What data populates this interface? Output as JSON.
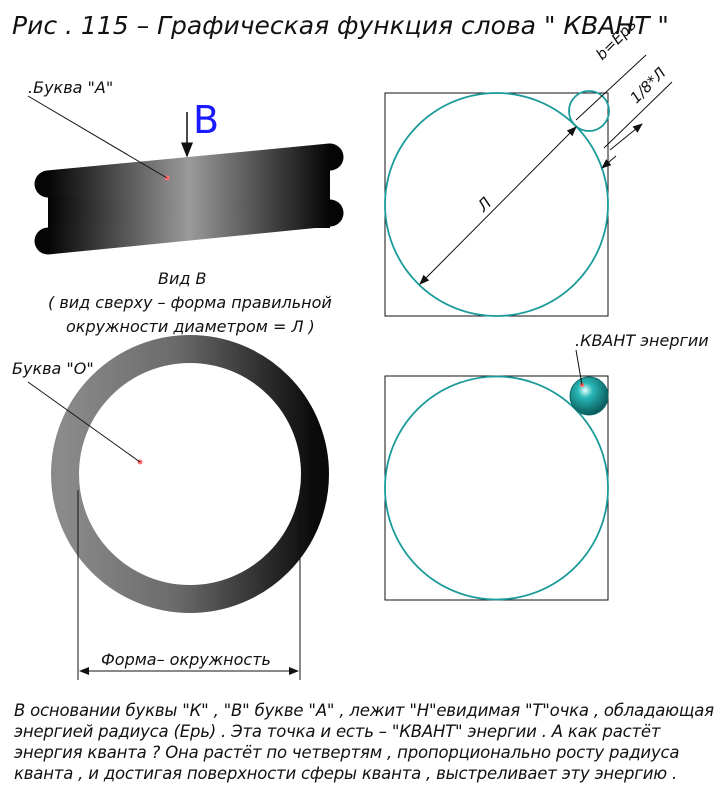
{
  "title": "Рис . 115 – Графическая функция слова \" КВАНТ \"",
  "labels": {
    "letter_a": ".Буква \"А\"",
    "arrow_b": "В",
    "view_b_line1": "Вид В",
    "view_b_line2": "( вид сверху – форма правильной",
    "view_b_line3": "окружности диаметром = Л )",
    "letter_o": "Буква \"О\"",
    "shape_circle": "Форма– окружность",
    "dim_l": "Л",
    "dim_b": "b=Ерь",
    "dim_eighth": "1/8*Л",
    "quantum": ".КВАНТ энергии"
  },
  "caption": [
    "В основании буквы \"К\" , \"В\" букве \"А\" , лежит \"Н\"евидимая \"Т\"очка , обладающая",
    "энергией радиуса (Ерь) . Эта точка и есть – \"КВАНТ\" энергии . А как растёт",
    "энергия кванта ? Она растёт по четвертям , пропорционально росту радиуса",
    "кванта , и достигая поверхности сферы кванта , выстреливает эту энергию ."
  ],
  "colors": {
    "circle": "#1a9a9a",
    "blue": "#1a1aff",
    "ink": "#111111",
    "sphere": "#1aa6a6"
  }
}
